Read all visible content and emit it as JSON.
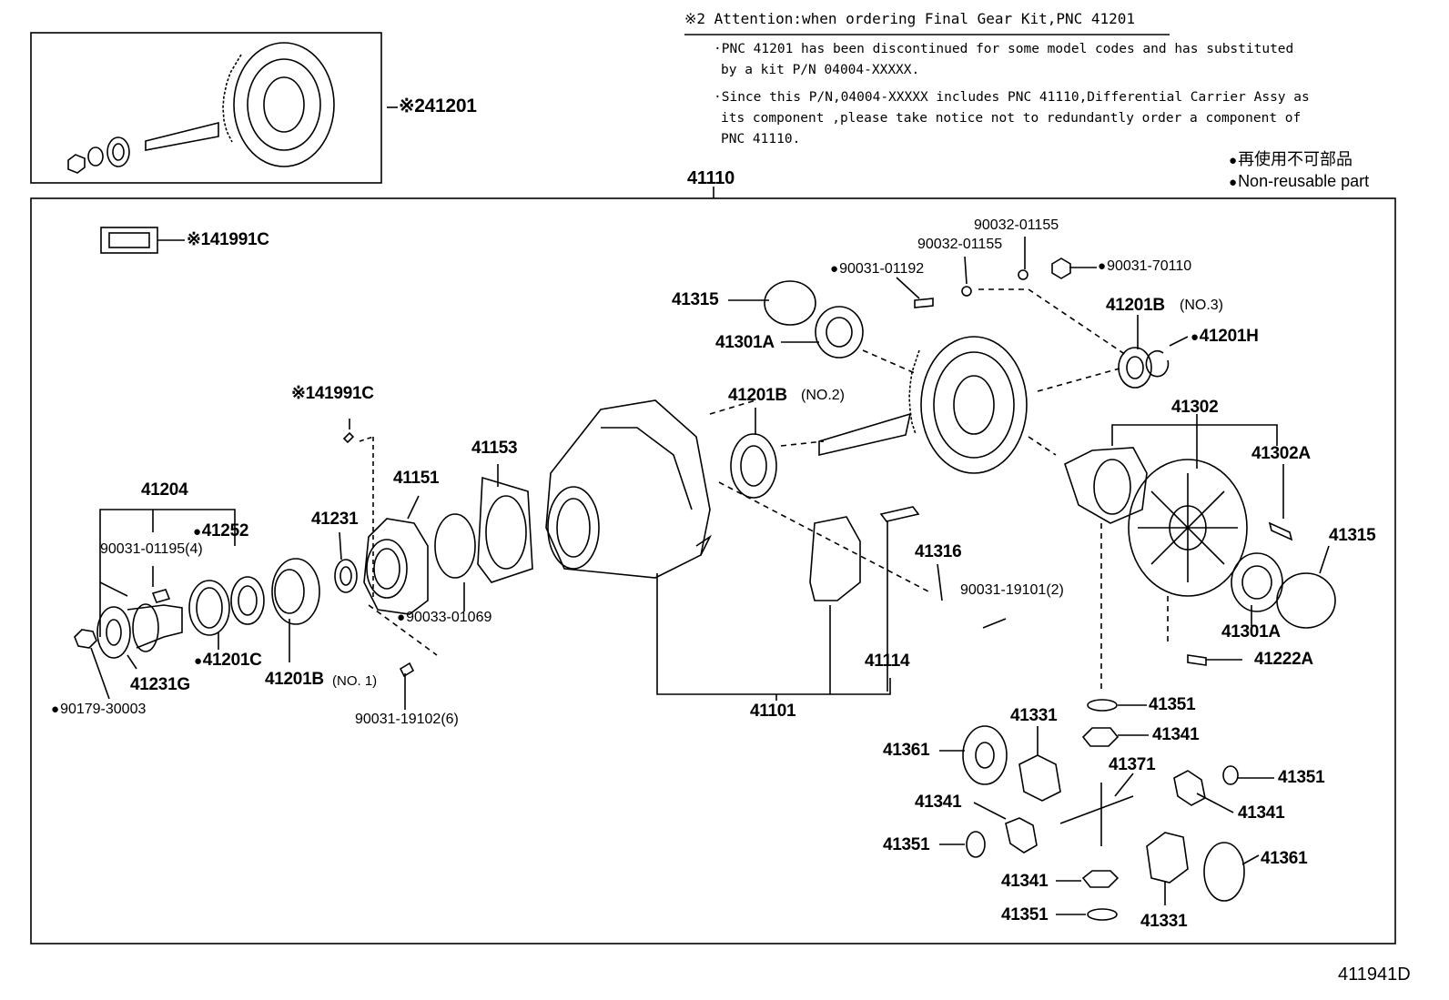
{
  "notes": {
    "heading": "※2 Attention:when ordering Final Gear Kit,PNC 41201",
    "line1": "·PNC 41201 has been discontinued for some model codes and has substituted",
    "line2": "by a kit P/N 04004-XXXXX.",
    "line3": "·Since this P/N,04004-XXXXX includes PNC 41110,Differential Carrier Assy as",
    "line4": "its component ,please take notice not to redundantly order a component of",
    "line5": "PNC 41110."
  },
  "legend": {
    "japanese": "再使用不可部品",
    "english": "Non-reusable part"
  },
  "diagram_code": "411941D",
  "labels": {
    "top_41201": "※241201",
    "assy_41110": "41110",
    "kit_41991c_a": "※141991C",
    "kit_41991c_b": "※141991C",
    "p90032_a": "90032-01155",
    "p90032_b": "90032-01155",
    "p90031_01192": "90031-01192",
    "p90031_70110": "90031-70110",
    "p41315_a": "41315",
    "p41301a_a": "41301A",
    "p41201b_no3": "41201B",
    "no3": "(NO.3)",
    "p41201h": "41201H",
    "p41201b_no2": "41201B",
    "no2": "(NO.2)",
    "p41302": "41302",
    "p41302a": "41302A",
    "p41153": "41153",
    "p41204": "41204",
    "p41151": "41151",
    "p41231": "41231",
    "p41252": "41252",
    "p90031_01195": "90031-01195(4)",
    "p41316": "41316",
    "p41315_b": "41315",
    "p90031_19101": "90031-19101(2)",
    "p90033_01069": "90033-01069",
    "p41201c": "41201C",
    "p41201b_no1": "41201B",
    "no1": "(NO. 1)",
    "p41231g": "41231G",
    "p90179": "90179-30003",
    "p90031_19102": "90031-19102(6)",
    "p41114": "41114",
    "p41101": "41101",
    "p41301a_b": "41301A",
    "p41222a": "41222A",
    "p41351_a": "41351",
    "p41331_a": "41331",
    "p41341_a": "41341",
    "p41361_a": "41361",
    "p41371": "41371",
    "p41351_b": "41351",
    "p41341_b": "41341",
    "p41341_c": "41341",
    "p41351_c": "41351",
    "p41341_d": "41341",
    "p41361_b": "41361",
    "p41351_d": "41351",
    "p41331_b": "41331"
  }
}
